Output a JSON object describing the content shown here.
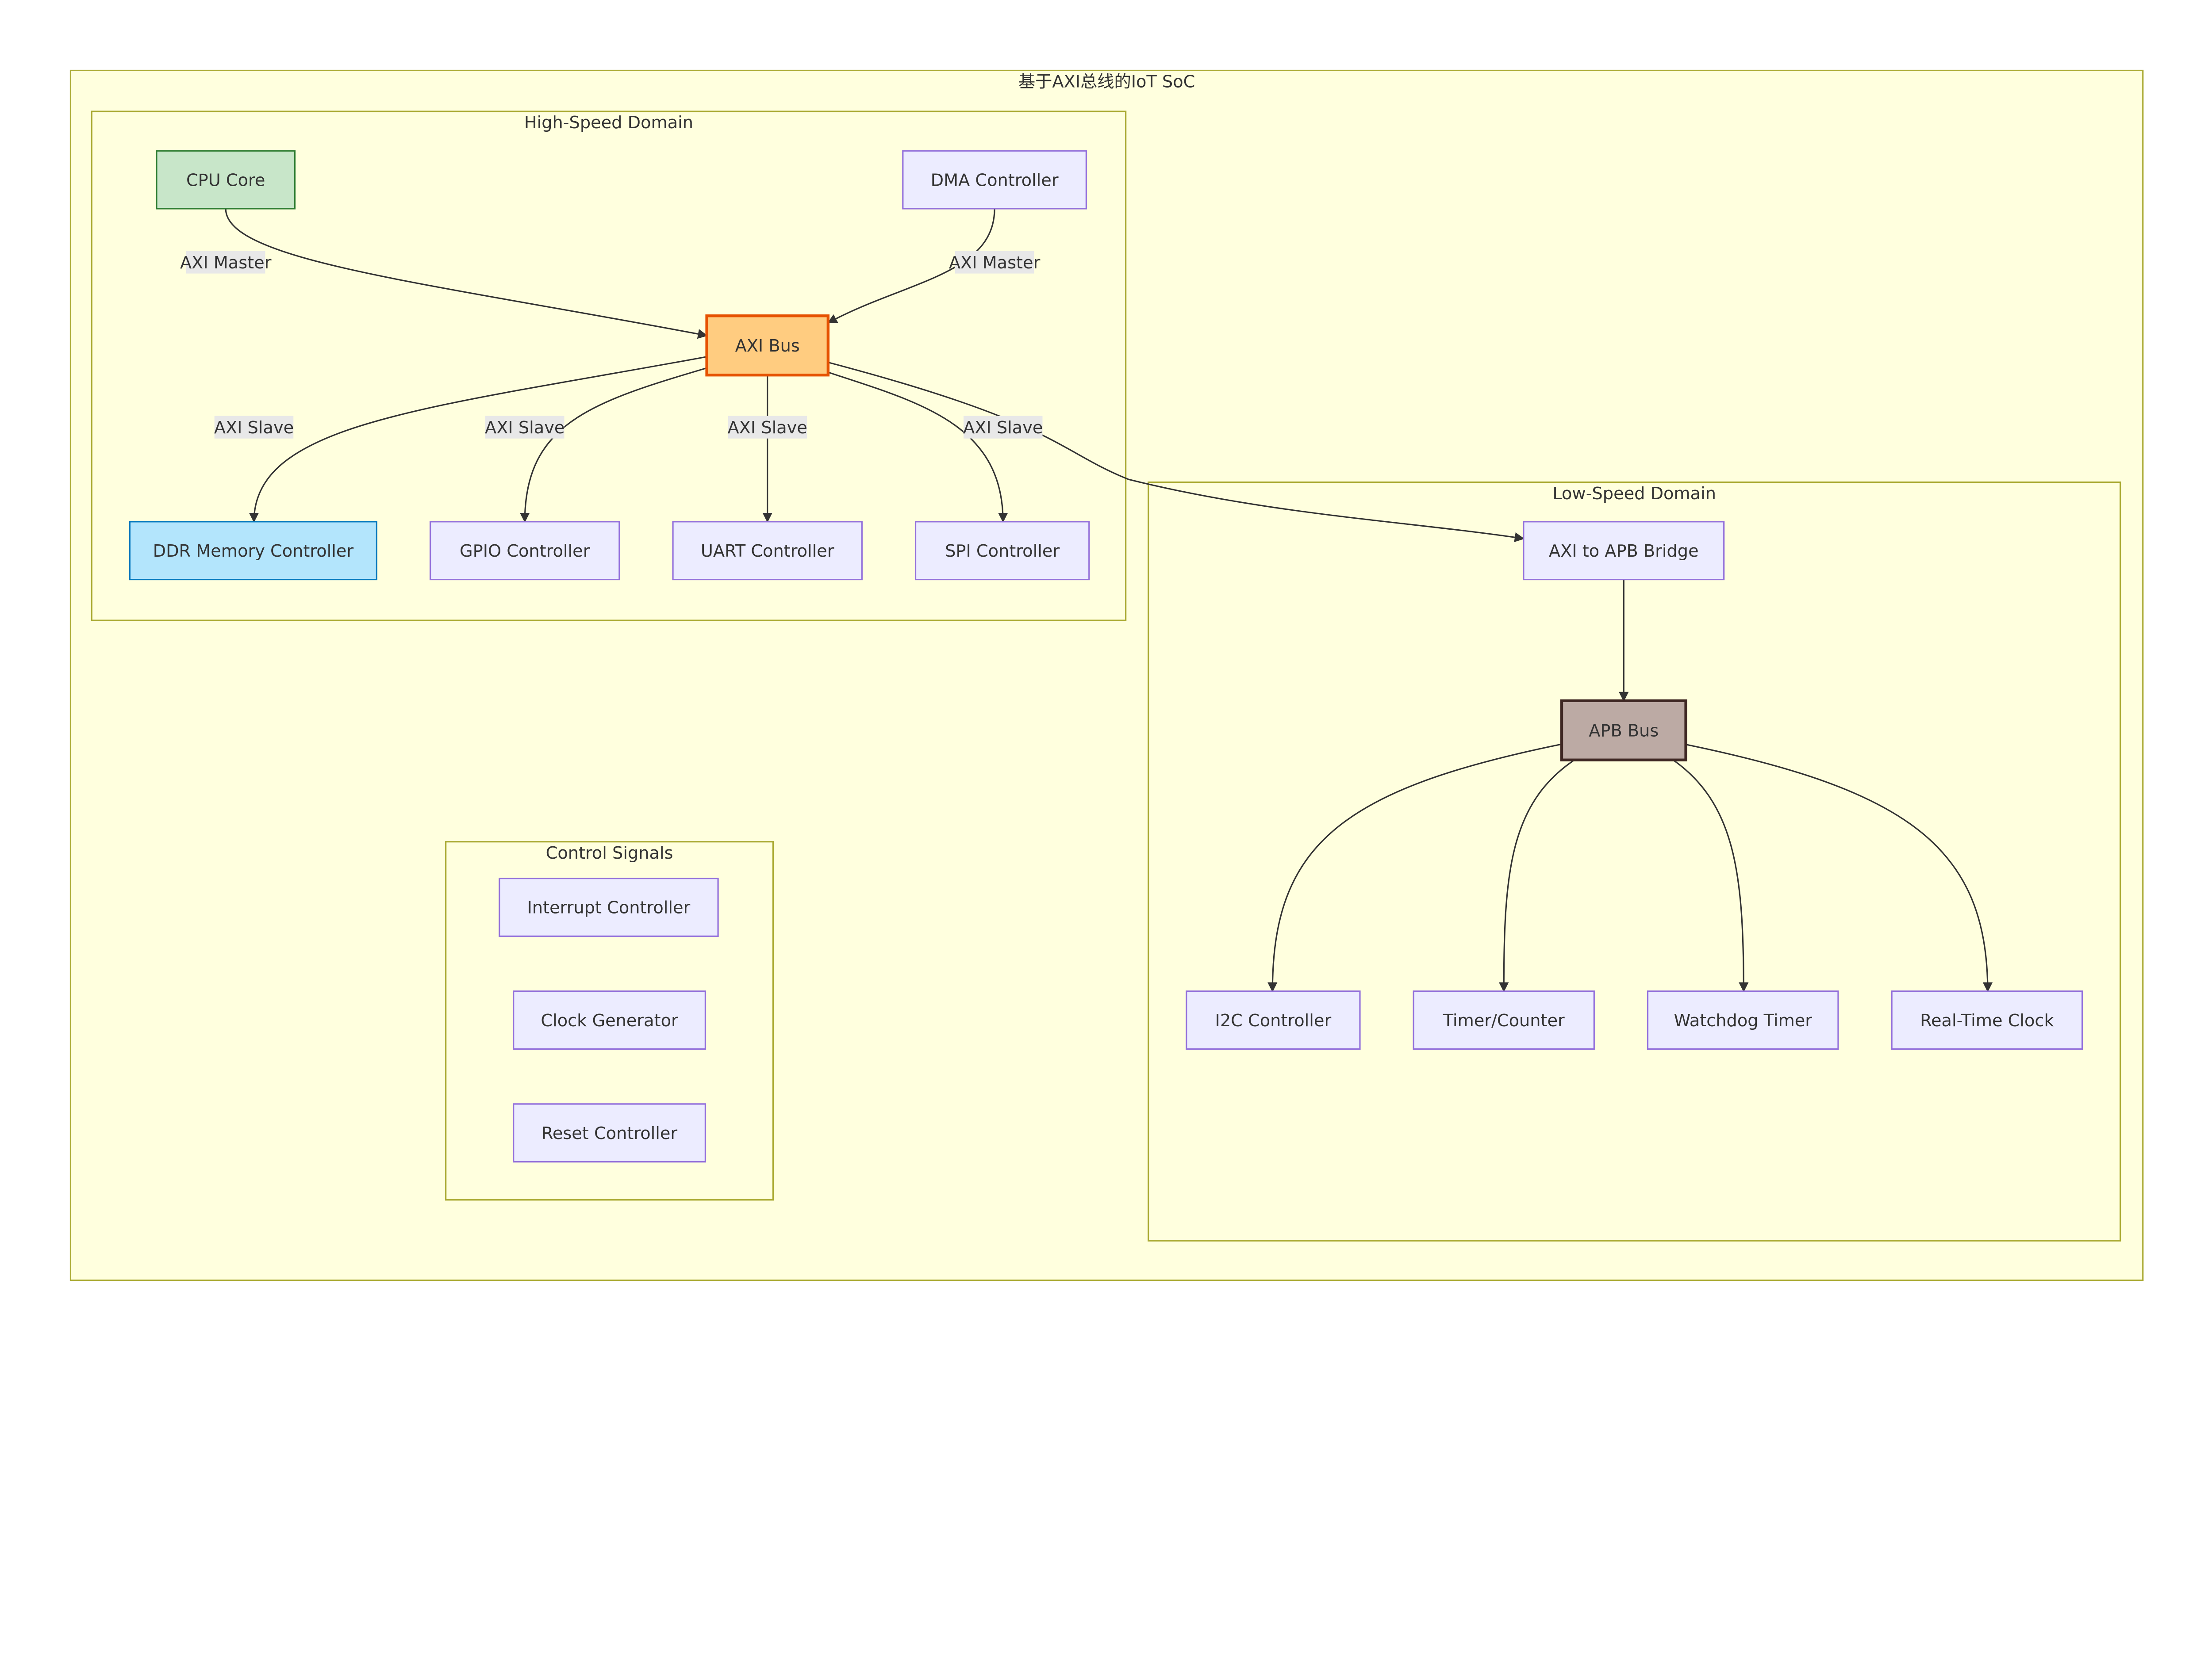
{
  "diagram": {
    "title": "基于AXI总线的IoT SoC",
    "clusters": {
      "high_speed": "High-Speed Domain",
      "low_speed": "Low-Speed Domain",
      "control": "Control Signals"
    },
    "nodes": {
      "cpu": "CPU Core",
      "dma": "DMA Controller",
      "axi": "AXI Bus",
      "ddr": "DDR Memory Controller",
      "gpio": "GPIO Controller",
      "uart": "UART Controller",
      "spi": "SPI Controller",
      "bridge": "AXI to APB Bridge",
      "apb": "APB Bus",
      "i2c": "I2C Controller",
      "timer": "Timer/Counter",
      "wdt": "Watchdog Timer",
      "rtc": "Real-Time Clock",
      "irq": "Interrupt Controller",
      "clk": "Clock Generator",
      "rst": "Reset Controller"
    },
    "edge_labels": {
      "axi_master": "AXI Master",
      "axi_slave": "AXI Slave"
    },
    "colors": {
      "cluster_fill": "#ffffde",
      "cluster_stroke": "#aaaa33",
      "default_fill": "#ececff",
      "default_stroke": "#9370db",
      "cpu_fill": "#c8e6c9",
      "cpu_stroke": "#2e7d32",
      "ddr_fill": "#b3e5fc",
      "ddr_stroke": "#0277bd",
      "axi_fill": "#ffcc80",
      "axi_stroke": "#e65100",
      "apb_fill": "#bcaaa4",
      "apb_stroke": "#3e2723",
      "edge_label_bg": "#e8e8e8"
    }
  }
}
